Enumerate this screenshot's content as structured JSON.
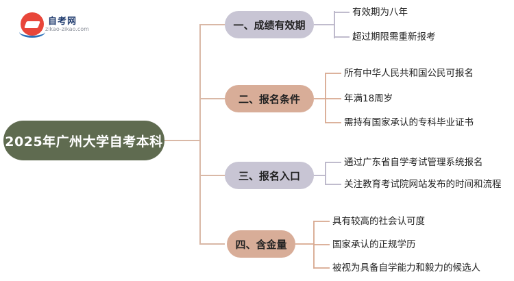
{
  "logo": {
    "name": "自考网",
    "url": "zikao-zikao.com"
  },
  "root": {
    "label": "2025年广州大学自考本科"
  },
  "branches": [
    {
      "label": "一、成绩有效期",
      "leaves": [
        "有效期为八年",
        "超过期限需重新报考"
      ]
    },
    {
      "label": "二、报名条件",
      "leaves": [
        "所有中华人民共和国公民可报名",
        "年满18周岁",
        "需持有国家承认的专科毕业证书"
      ]
    },
    {
      "label": "三、报名入口",
      "leaves": [
        "通过广东省自学考试管理系统报名",
        "关注教育考试院网站发布的时间和流程"
      ]
    },
    {
      "label": "四、含金量",
      "leaves": [
        "具有较高的社会认可度",
        "国家承认的正规学历",
        "被视为具备自学能力和毅力的候选人"
      ]
    }
  ],
  "colors": {
    "root": "#5f6b50",
    "branch_lavender": "#c8c5d4",
    "branch_tan": "#d8ad98",
    "link_root": "#d9b8a6",
    "link_lavender": "#b7b3c6",
    "link_tan": "#d7a88f"
  }
}
